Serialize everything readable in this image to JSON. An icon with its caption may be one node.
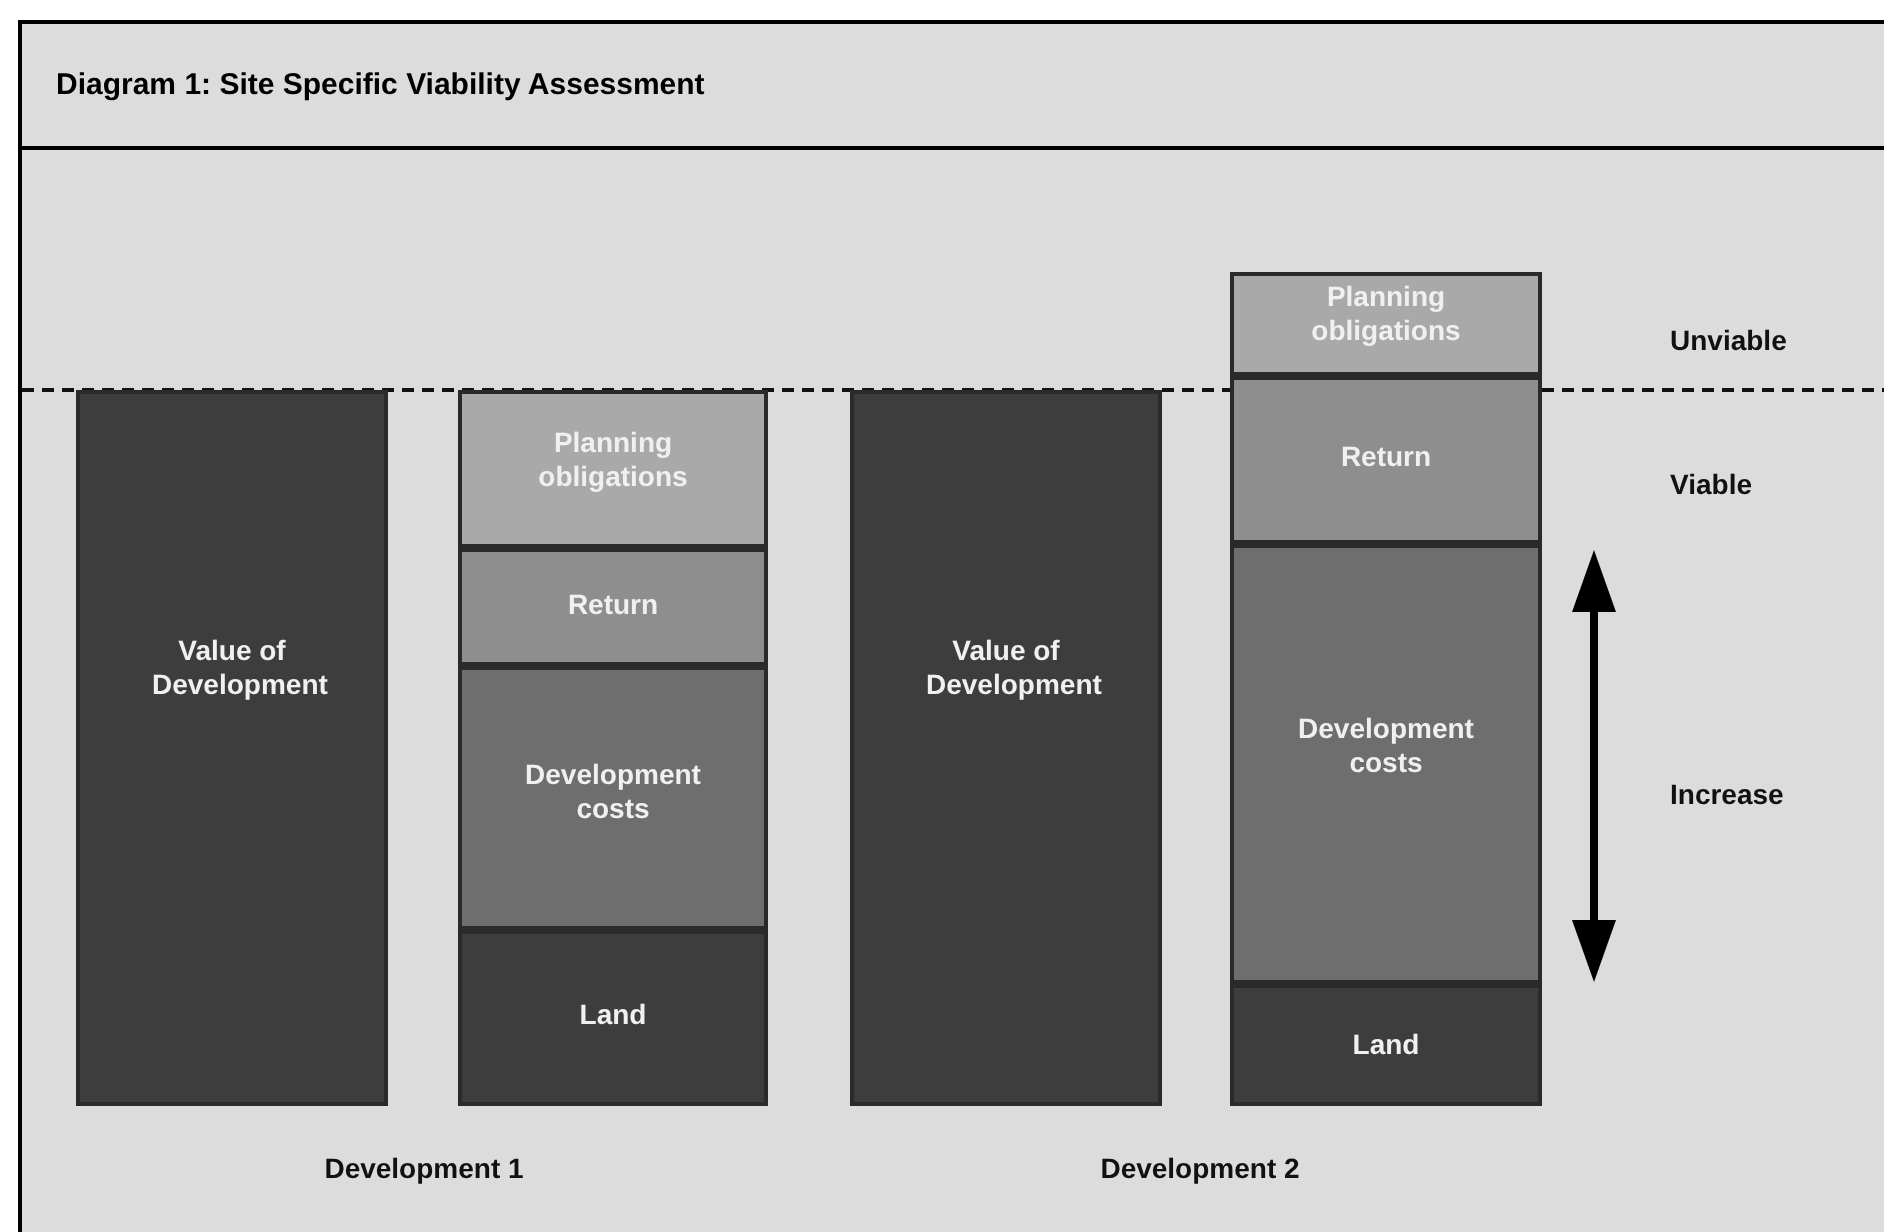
{
  "diagram": {
    "title": "Diagram 1: Site Specific Viability Assessment",
    "nodes": [
      {
        "text": [
          "Value of Development"
        ]
      },
      {
        "text": [
          "Planning obligations"
        ]
      },
      {
        "text": [
          "Return"
        ]
      },
      {
        "text": [
          "Development costs"
        ]
      },
      {
        "text": [
          "Land"
        ]
      },
      {
        "text": [
          "Value of Development"
        ]
      },
      {
        "text": [
          "Planning obligations"
        ]
      },
      {
        "text": [
          "Return"
        ]
      },
      {
        "text": [
          "Development costs"
        ]
      },
      {
        "text": [
          "Land"
        ]
      }
    ],
    "labels": [
      "Unviable",
      "Viable",
      "Increase",
      "Development 1",
      "Development 2"
    ]
  }
}
